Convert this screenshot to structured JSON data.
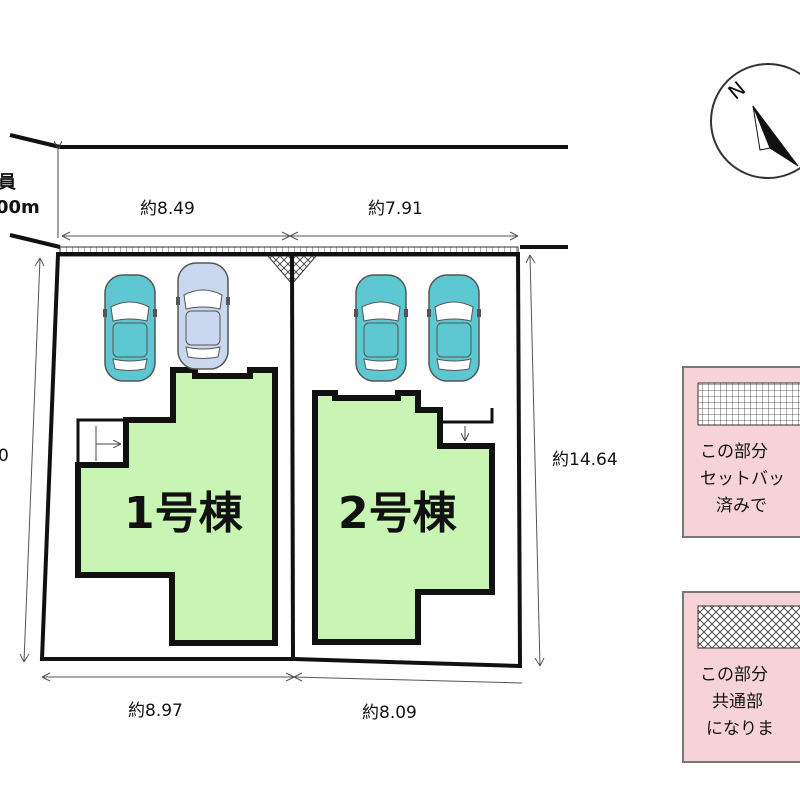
{
  "road": {
    "label_line1": "員",
    "label_line2": "00m"
  },
  "dimensions": {
    "top_left": "約8.49",
    "top_right": "約7.91",
    "bottom_left": "約8.97",
    "bottom_right": "約8.09",
    "right_side": "約14.64",
    "left_side_partial": "0"
  },
  "lots": [
    {
      "label": "1号棟",
      "color": "#c8f5b4"
    },
    {
      "label": "2号棟",
      "color": "#c8f5b4"
    }
  ],
  "cars": [
    {
      "color": "#5dc8d2"
    },
    {
      "color": "#c9d8ee"
    },
    {
      "color": "#5dc8d2"
    },
    {
      "color": "#5dc8d2"
    }
  ],
  "compass": {
    "north": "N"
  },
  "legend": [
    {
      "pattern": "grid",
      "bg": "#f7d3d8",
      "lines": [
        "この部分",
        "セットバッ",
        "済みで"
      ]
    },
    {
      "pattern": "crosshatch",
      "bg": "#f7d3d8",
      "lines": [
        "この部分",
        "共通部",
        "になりま"
      ]
    }
  ]
}
